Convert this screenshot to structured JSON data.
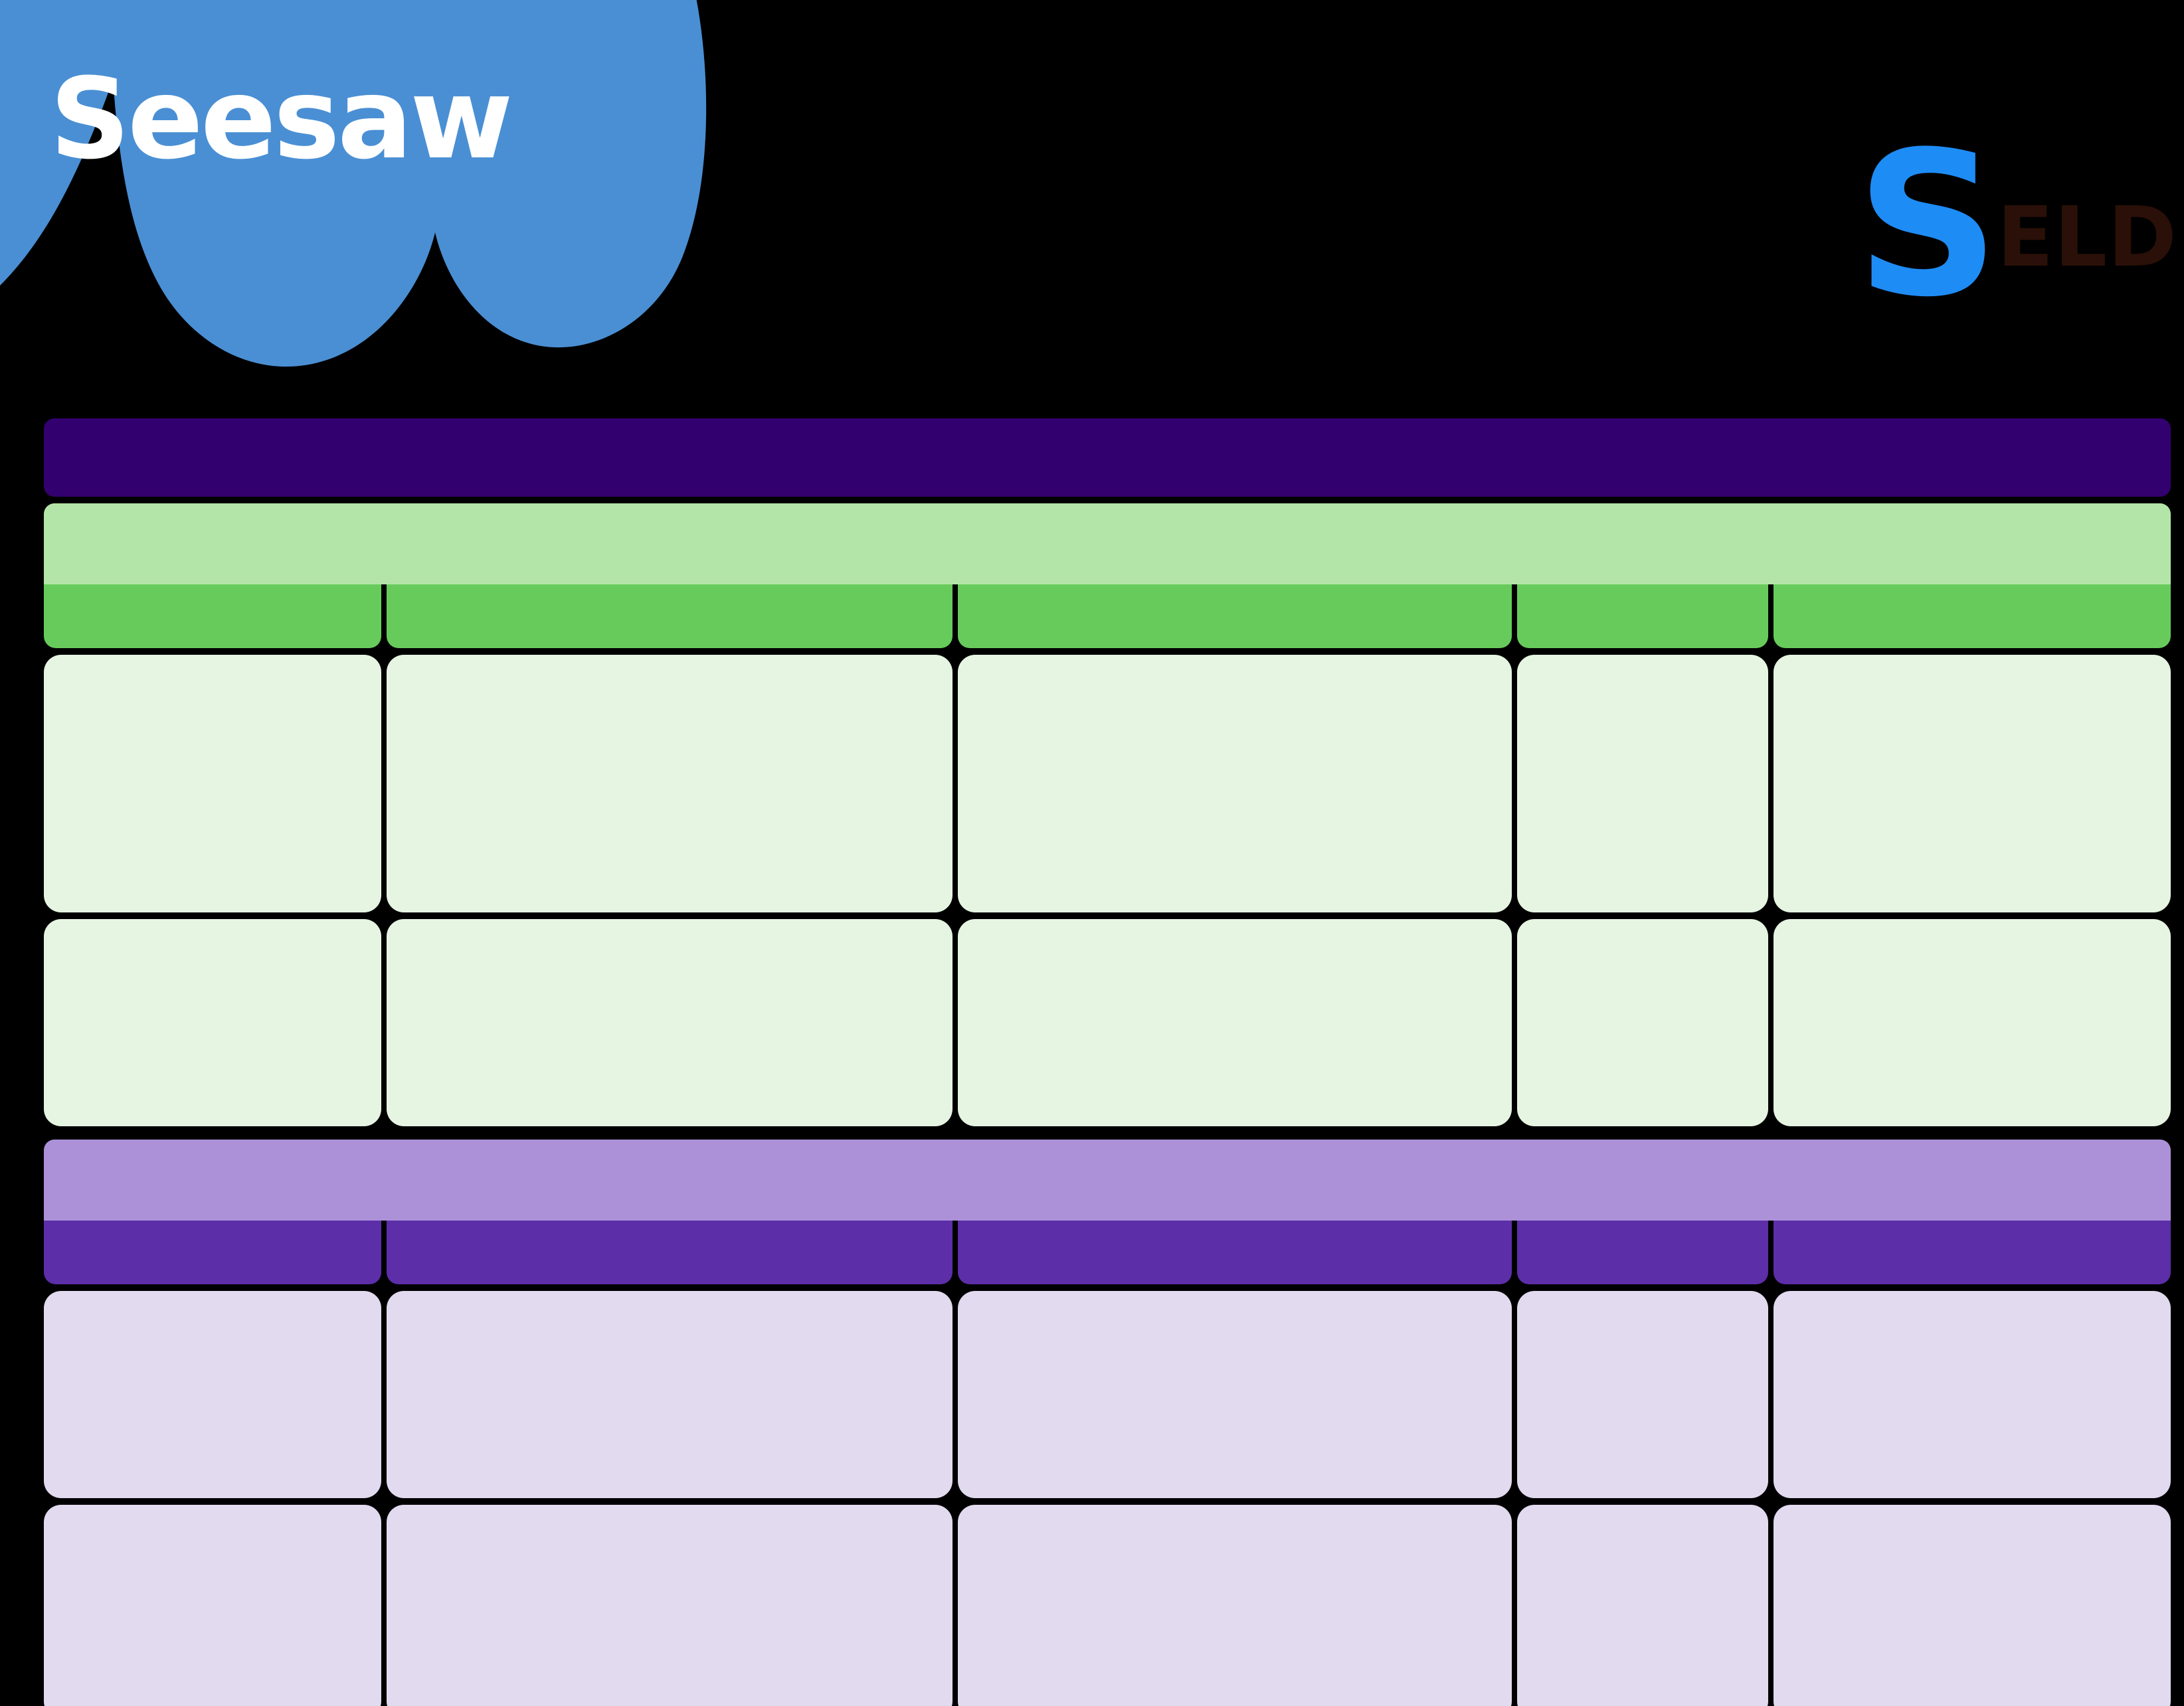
{
  "branding": {
    "wordmark": "Seesaw",
    "mark_color": "#4A8FD4",
    "wordmark_color": "#FFFFFF",
    "eld_glyph": "S",
    "eld_glyph_color": "#1E8CF5",
    "eld_text": "ELD",
    "eld_text_color": "#2A1008"
  },
  "canvas": {
    "background": "#000000"
  },
  "planner": {
    "title": "",
    "title_bar_color": "#33006F",
    "columns": [
      {
        "label": ""
      },
      {
        "label": ""
      },
      {
        "label": ""
      },
      {
        "label": ""
      },
      {
        "label": ""
      }
    ],
    "sections": [
      {
        "name": "green-section",
        "banner_label": "",
        "banner_color": "#B4E5A8",
        "header_color": "#67CB5B",
        "cell_color": "#E6F4E2",
        "column_headers": [
          "",
          "",
          "",
          "",
          ""
        ],
        "rows": [
          {
            "cells": [
              "",
              "",
              "",
              "",
              ""
            ]
          },
          {
            "cells": [
              "",
              "",
              "",
              "",
              ""
            ]
          }
        ]
      },
      {
        "name": "purple-section",
        "banner_label": "",
        "banner_color": "#AC91D8",
        "header_color": "#5C2EA8",
        "cell_color": "#E2DAEF",
        "column_headers": [
          "",
          "",
          "",
          "",
          ""
        ],
        "rows": [
          {
            "cells": [
              "",
              "",
              "",
              "",
              ""
            ]
          },
          {
            "cells": [
              "",
              "",
              "",
              "",
              ""
            ]
          }
        ]
      }
    ]
  }
}
